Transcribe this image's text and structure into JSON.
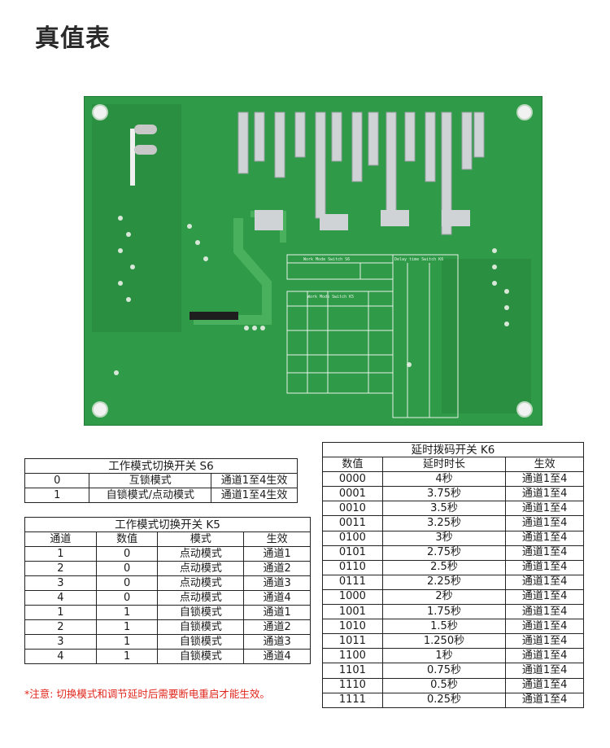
{
  "title": "真值表",
  "pcb": {
    "label_s6": "Work Mode Switch S6",
    "label_k5": "Work Mode Switch K5",
    "label_k6": "Delay time Switch K6"
  },
  "s6": {
    "caption": "工作模式切换开关 S6",
    "rows": [
      [
        "0",
        "互锁模式",
        "通道1至4生效"
      ],
      [
        "1",
        "自锁模式/点动模式",
        "通道1至4生效"
      ]
    ]
  },
  "k5": {
    "caption": "工作模式切换开关 K5",
    "headers": [
      "通道",
      "数值",
      "模式",
      "生效"
    ],
    "rows": [
      [
        "1",
        "0",
        "点动模式",
        "通道1"
      ],
      [
        "2",
        "0",
        "点动模式",
        "通道2"
      ],
      [
        "3",
        "0",
        "点动模式",
        "通道3"
      ],
      [
        "4",
        "0",
        "点动模式",
        "通道4"
      ],
      [
        "1",
        "1",
        "自锁模式",
        "通道1"
      ],
      [
        "2",
        "1",
        "自锁模式",
        "通道2"
      ],
      [
        "3",
        "1",
        "自锁模式",
        "通道3"
      ],
      [
        "4",
        "1",
        "自锁模式",
        "通道4"
      ]
    ]
  },
  "k6": {
    "caption": "延时拨码开关 K6",
    "headers": [
      "数值",
      "延时时长",
      "生效"
    ],
    "rows": [
      [
        "0000",
        "4秒",
        "通道1至4"
      ],
      [
        "0001",
        "3.75秒",
        "通道1至4"
      ],
      [
        "0010",
        "3.5秒",
        "通道1至4"
      ],
      [
        "0011",
        "3.25秒",
        "通道1至4"
      ],
      [
        "0100",
        "3秒",
        "通道1至4"
      ],
      [
        "0101",
        "2.75秒",
        "通道1至4"
      ],
      [
        "0110",
        "2.5秒",
        "通道1至4"
      ],
      [
        "0111",
        "2.25秒",
        "通道1至4"
      ],
      [
        "1000",
        "2秒",
        "通道1至4"
      ],
      [
        "1001",
        "1.75秒",
        "通道1至4"
      ],
      [
        "1010",
        "1.5秒",
        "通道1至4"
      ],
      [
        "1011",
        "1.250秒",
        "通道1至4"
      ],
      [
        "1100",
        "1秒",
        "通道1至4"
      ],
      [
        "1101",
        "0.75秒",
        "通道1至4"
      ],
      [
        "1110",
        "0.5秒",
        "通道1至4"
      ],
      [
        "1111",
        "0.25秒",
        "通道1至4"
      ]
    ]
  },
  "note": "*注意: 切换模式和调节延时后需要断电重启才能生效。"
}
